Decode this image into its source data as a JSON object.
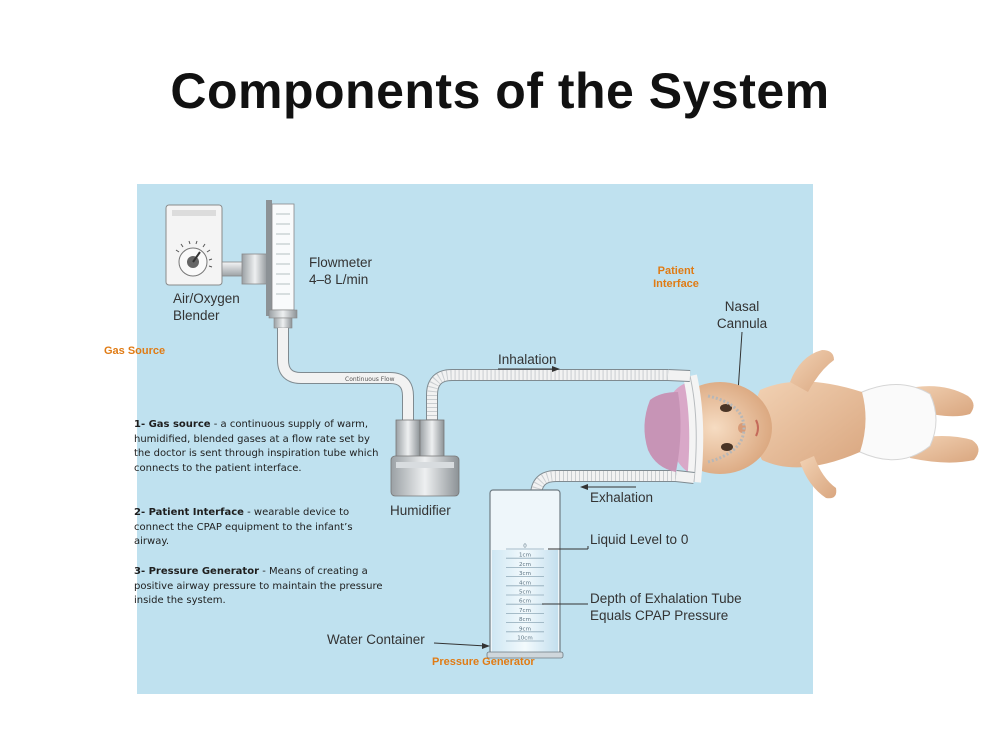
{
  "title": "Components of the System",
  "labels": {
    "air_oxygen_blender": [
      "Air/Oxygen",
      "Blender"
    ],
    "flowmeter": [
      "Flowmeter",
      "4–8 L/min"
    ],
    "patient_interface": [
      "Patient",
      "Interface"
    ],
    "nasal_cannula": [
      "Nasal",
      "Cannula"
    ],
    "gas_source": "Gas Source",
    "inhalation": "Inhalation",
    "exhalation": "Exhalation",
    "humidifier": "Humidifier",
    "liquid_level": "Liquid Level to 0",
    "depth": [
      "Depth of Exhalation Tube",
      "Equals CPAP Pressure"
    ],
    "water_container": "Water Container",
    "pressure_generator": "Pressure Generator",
    "tube_text": "Continuous Flow"
  },
  "cylinder_scale": [
    "0",
    "1cm",
    "2cm",
    "3cm",
    "4cm",
    "5cm",
    "6cm",
    "7cm",
    "8cm",
    "9cm",
    "10cm"
  ],
  "descriptions": [
    {
      "term": "1- Gas source",
      "text": " - a continuous supply of warm, humidified, blended gases at a flow rate set  by the doctor is sent through inspiration tube which connects to the patient interface."
    },
    {
      "term": "2- Patient Interface",
      "text": " - wearable device to connect the CPAP equipment to the infant’s airway."
    },
    {
      "term": "3- Pressure Generator",
      "text": " - Means of creating a positive airway pressure to maintain the pressure inside the system."
    }
  ],
  "colors": {
    "panel": "#bfe1ef",
    "highlight": "#e07b14",
    "tube": "#f2f2f2"
  }
}
